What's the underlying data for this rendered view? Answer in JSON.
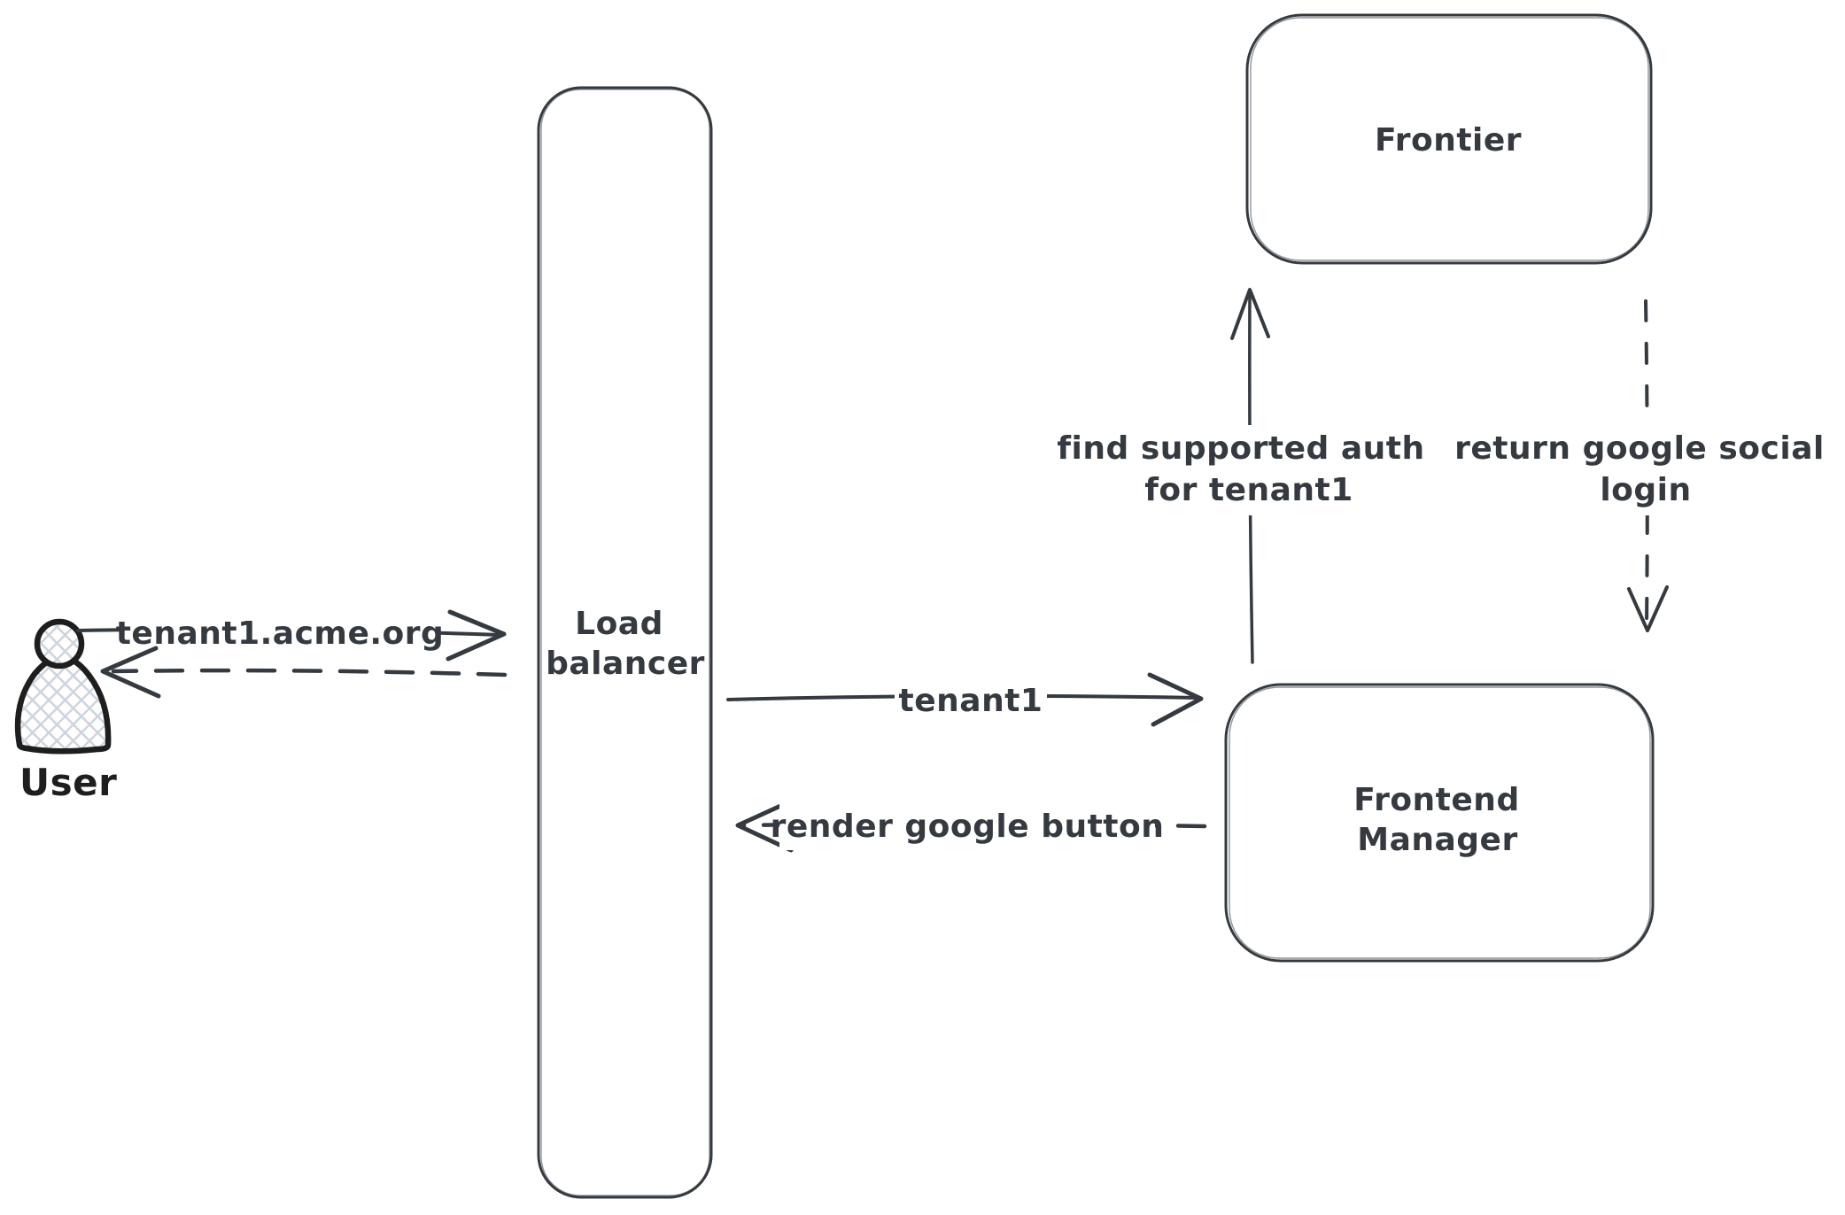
{
  "canvas": {
    "background": "#ffffff",
    "stroke_color": "#343a40",
    "actor_stroke_color": "#1e1e1e",
    "hatch_fill_color": "#ccd4dc"
  },
  "nodes": {
    "user": {
      "type": "actor",
      "label": "User"
    },
    "load_balancer": {
      "type": "rectangle",
      "label_lines": [
        "Load",
        "balancer"
      ]
    },
    "frontier": {
      "type": "rectangle",
      "label": "Frontier"
    },
    "frontend_manager": {
      "type": "rectangle",
      "label_lines": [
        "Frontend",
        "Manager"
      ]
    }
  },
  "edges": {
    "user_to_load_balancer": {
      "line_style": "solid",
      "direction": "right",
      "label": "tenant1.acme.org"
    },
    "load_balancer_to_user": {
      "line_style": "dashed",
      "direction": "left"
    },
    "load_balancer_to_frontend_manager": {
      "line_style": "solid",
      "direction": "right",
      "label": "tenant1"
    },
    "frontend_manager_to_load_balancer": {
      "line_style": "dashed",
      "direction": "left",
      "label": "render google button"
    },
    "frontend_manager_to_frontier": {
      "line_style": "solid",
      "direction": "up",
      "label_lines": [
        "find supported auth",
        "for tenant1"
      ]
    },
    "frontier_to_frontend_manager": {
      "line_style": "dashed",
      "direction": "down",
      "label_lines": [
        "return google social",
        "login"
      ]
    }
  }
}
